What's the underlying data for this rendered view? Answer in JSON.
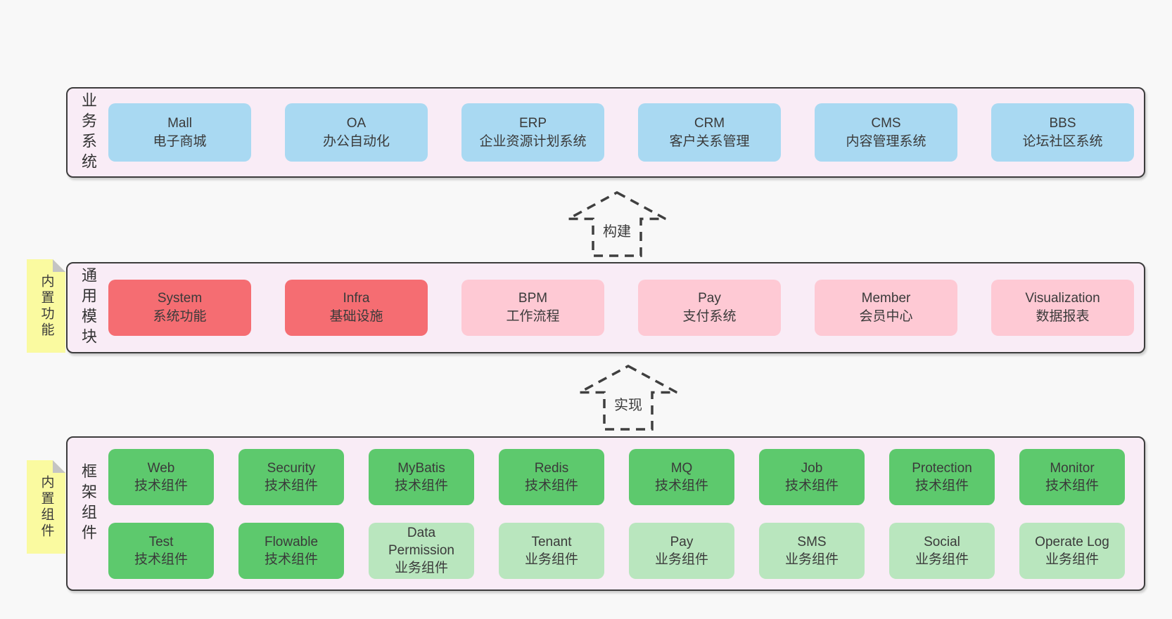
{
  "palette": {
    "page_bg": "#f8f8f8",
    "container_bg": "#f9ecf6",
    "container_border": "#3c3c3c",
    "blue": "#a9d9f2",
    "red": "#f56d72",
    "pink": "#fec9d4",
    "green_dark": "#5dc96d",
    "green_light": "#b9e6be",
    "sticky_yellow": "#fafaa0",
    "sticky_fold": "#c4c4c4",
    "text": "#3a3a3a",
    "arrow_stroke": "#3f3f3f"
  },
  "arrows": [
    {
      "label": "构建"
    },
    {
      "label": "实现"
    }
  ],
  "sections": {
    "business": {
      "side_label": "业务系统",
      "boxes": [
        {
          "title": "Mall",
          "subtitle": "电子商城",
          "type": "blue"
        },
        {
          "title": "OA",
          "subtitle": "办公自动化",
          "type": "blue"
        },
        {
          "title": "ERP",
          "subtitle": "企业资源计划系统",
          "type": "blue"
        },
        {
          "title": "CRM",
          "subtitle": "客户关系管理",
          "type": "blue"
        },
        {
          "title": "CMS",
          "subtitle": "内容管理系统",
          "type": "blue"
        },
        {
          "title": "BBS",
          "subtitle": "论坛社区系统",
          "type": "blue"
        }
      ]
    },
    "modules": {
      "side_label": "通用模块",
      "sticky": "内置功能",
      "boxes": [
        {
          "title": "System",
          "subtitle": "系统功能",
          "type": "red"
        },
        {
          "title": "Infra",
          "subtitle": "基础设施",
          "type": "red"
        },
        {
          "title": "BPM",
          "subtitle": "工作流程",
          "type": "pink"
        },
        {
          "title": "Pay",
          "subtitle": "支付系统",
          "type": "pink"
        },
        {
          "title": "Member",
          "subtitle": "会员中心",
          "type": "pink"
        },
        {
          "title": "Visualization",
          "subtitle": "数据报表",
          "type": "pink"
        }
      ]
    },
    "components": {
      "side_label": "框架组件",
      "sticky": "内置组件",
      "rows": [
        [
          {
            "title": "Web",
            "subtitle": "技术组件",
            "type": "green-dark"
          },
          {
            "title": "Security",
            "subtitle": "技术组件",
            "type": "green-dark"
          },
          {
            "title": "MyBatis",
            "subtitle": "技术组件",
            "type": "green-dark"
          },
          {
            "title": "Redis",
            "subtitle": "技术组件",
            "type": "green-dark"
          },
          {
            "title": "MQ",
            "subtitle": "技术组件",
            "type": "green-dark"
          },
          {
            "title": "Job",
            "subtitle": "技术组件",
            "type": "green-dark"
          },
          {
            "title": "Protection",
            "subtitle": "技术组件",
            "type": "green-dark"
          },
          {
            "title": "Monitor",
            "subtitle": "技术组件",
            "type": "green-dark"
          }
        ],
        [
          {
            "title": "Test",
            "subtitle": "技术组件",
            "type": "green-dark"
          },
          {
            "title": "Flowable",
            "subtitle": "技术组件",
            "type": "green-dark"
          },
          {
            "title": "Data\nPermission",
            "subtitle": "业务组件",
            "type": "green-light"
          },
          {
            "title": "Tenant",
            "subtitle": "业务组件",
            "type": "green-light"
          },
          {
            "title": "Pay",
            "subtitle": "业务组件",
            "type": "green-light"
          },
          {
            "title": "SMS",
            "subtitle": "业务组件",
            "type": "green-light"
          },
          {
            "title": "Social",
            "subtitle": "业务组件",
            "type": "green-light"
          },
          {
            "title": "Operate Log",
            "subtitle": "业务组件",
            "type": "green-light"
          }
        ]
      ]
    }
  }
}
